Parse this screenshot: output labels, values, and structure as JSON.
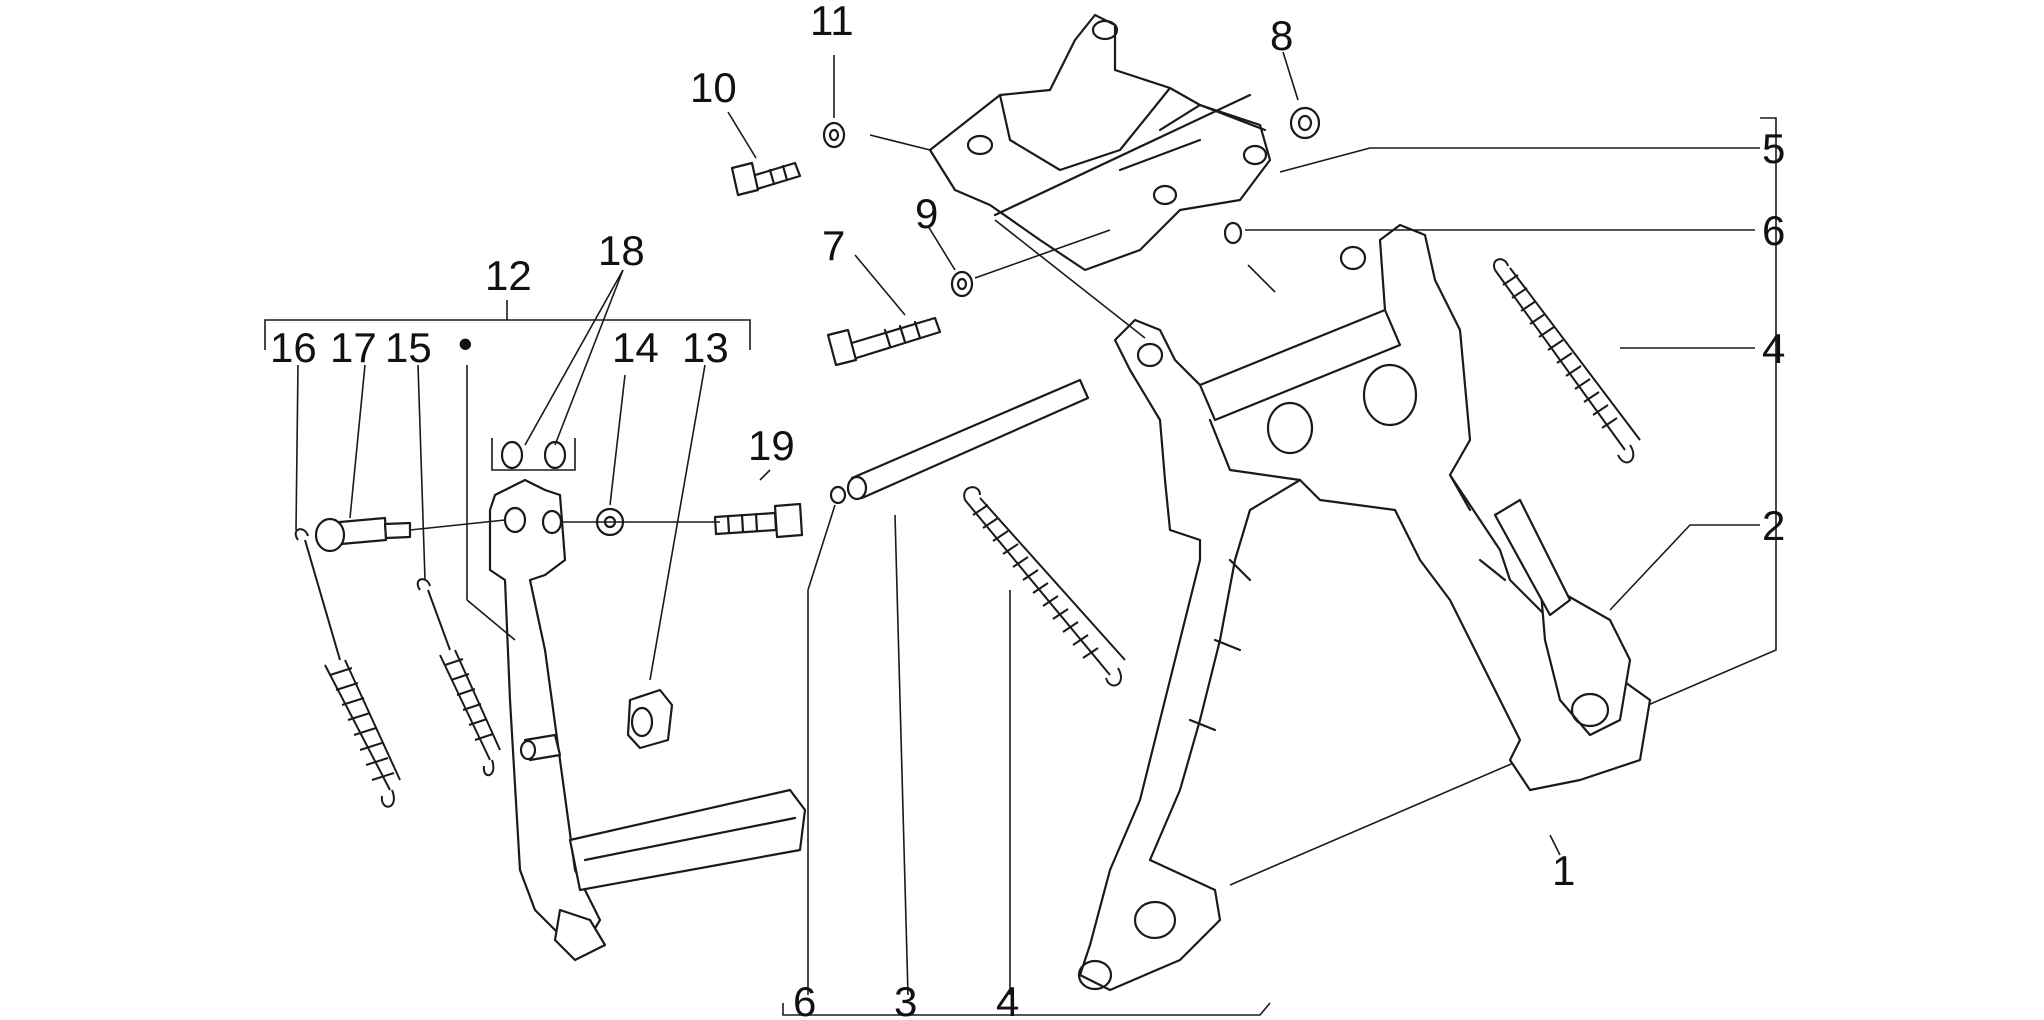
{
  "callouts": {
    "c1": "1",
    "c2": "2",
    "c3": "3",
    "c4a": "4",
    "c4b": "4",
    "c5": "5",
    "c6a": "6",
    "c6b": "6",
    "c7": "7",
    "c8": "8",
    "c9": "9",
    "c10": "10",
    "c11": "11",
    "c12": "12",
    "c13": "13",
    "c14": "14",
    "c15": "15",
    "c16": "16",
    "c17": "17",
    "c18": "18",
    "c19": "19"
  },
  "marker": "•",
  "colors": {
    "line": "#1a1a1a",
    "background": "#ffffff",
    "text": "#111111"
  }
}
